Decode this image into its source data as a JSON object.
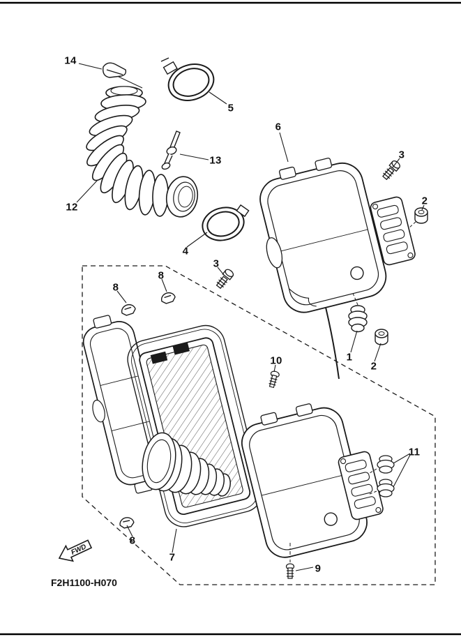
{
  "page": {
    "code": "F2H1100-H070",
    "fwd_label": "FWD"
  },
  "colors": {
    "ink": "#1a1a1a",
    "paper": "#ffffff"
  },
  "callouts": [
    {
      "id": "14",
      "label": "14"
    },
    {
      "id": "5",
      "label": "5"
    },
    {
      "id": "13",
      "label": "13"
    },
    {
      "id": "12",
      "label": "12"
    },
    {
      "id": "4",
      "label": "4"
    },
    {
      "id": "6",
      "label": "6"
    },
    {
      "id": "3-upper",
      "label": "3"
    },
    {
      "id": "2-upper",
      "label": "2"
    },
    {
      "id": "3-mid",
      "label": "3"
    },
    {
      "id": "1",
      "label": "1"
    },
    {
      "id": "2-lower",
      "label": "2"
    },
    {
      "id": "8-left",
      "label": "8"
    },
    {
      "id": "8-top",
      "label": "8"
    },
    {
      "id": "10",
      "label": "10"
    },
    {
      "id": "11",
      "label": "11"
    },
    {
      "id": "8-bottom",
      "label": "8"
    },
    {
      "id": "7",
      "label": "7"
    },
    {
      "id": "9",
      "label": "9"
    }
  ]
}
